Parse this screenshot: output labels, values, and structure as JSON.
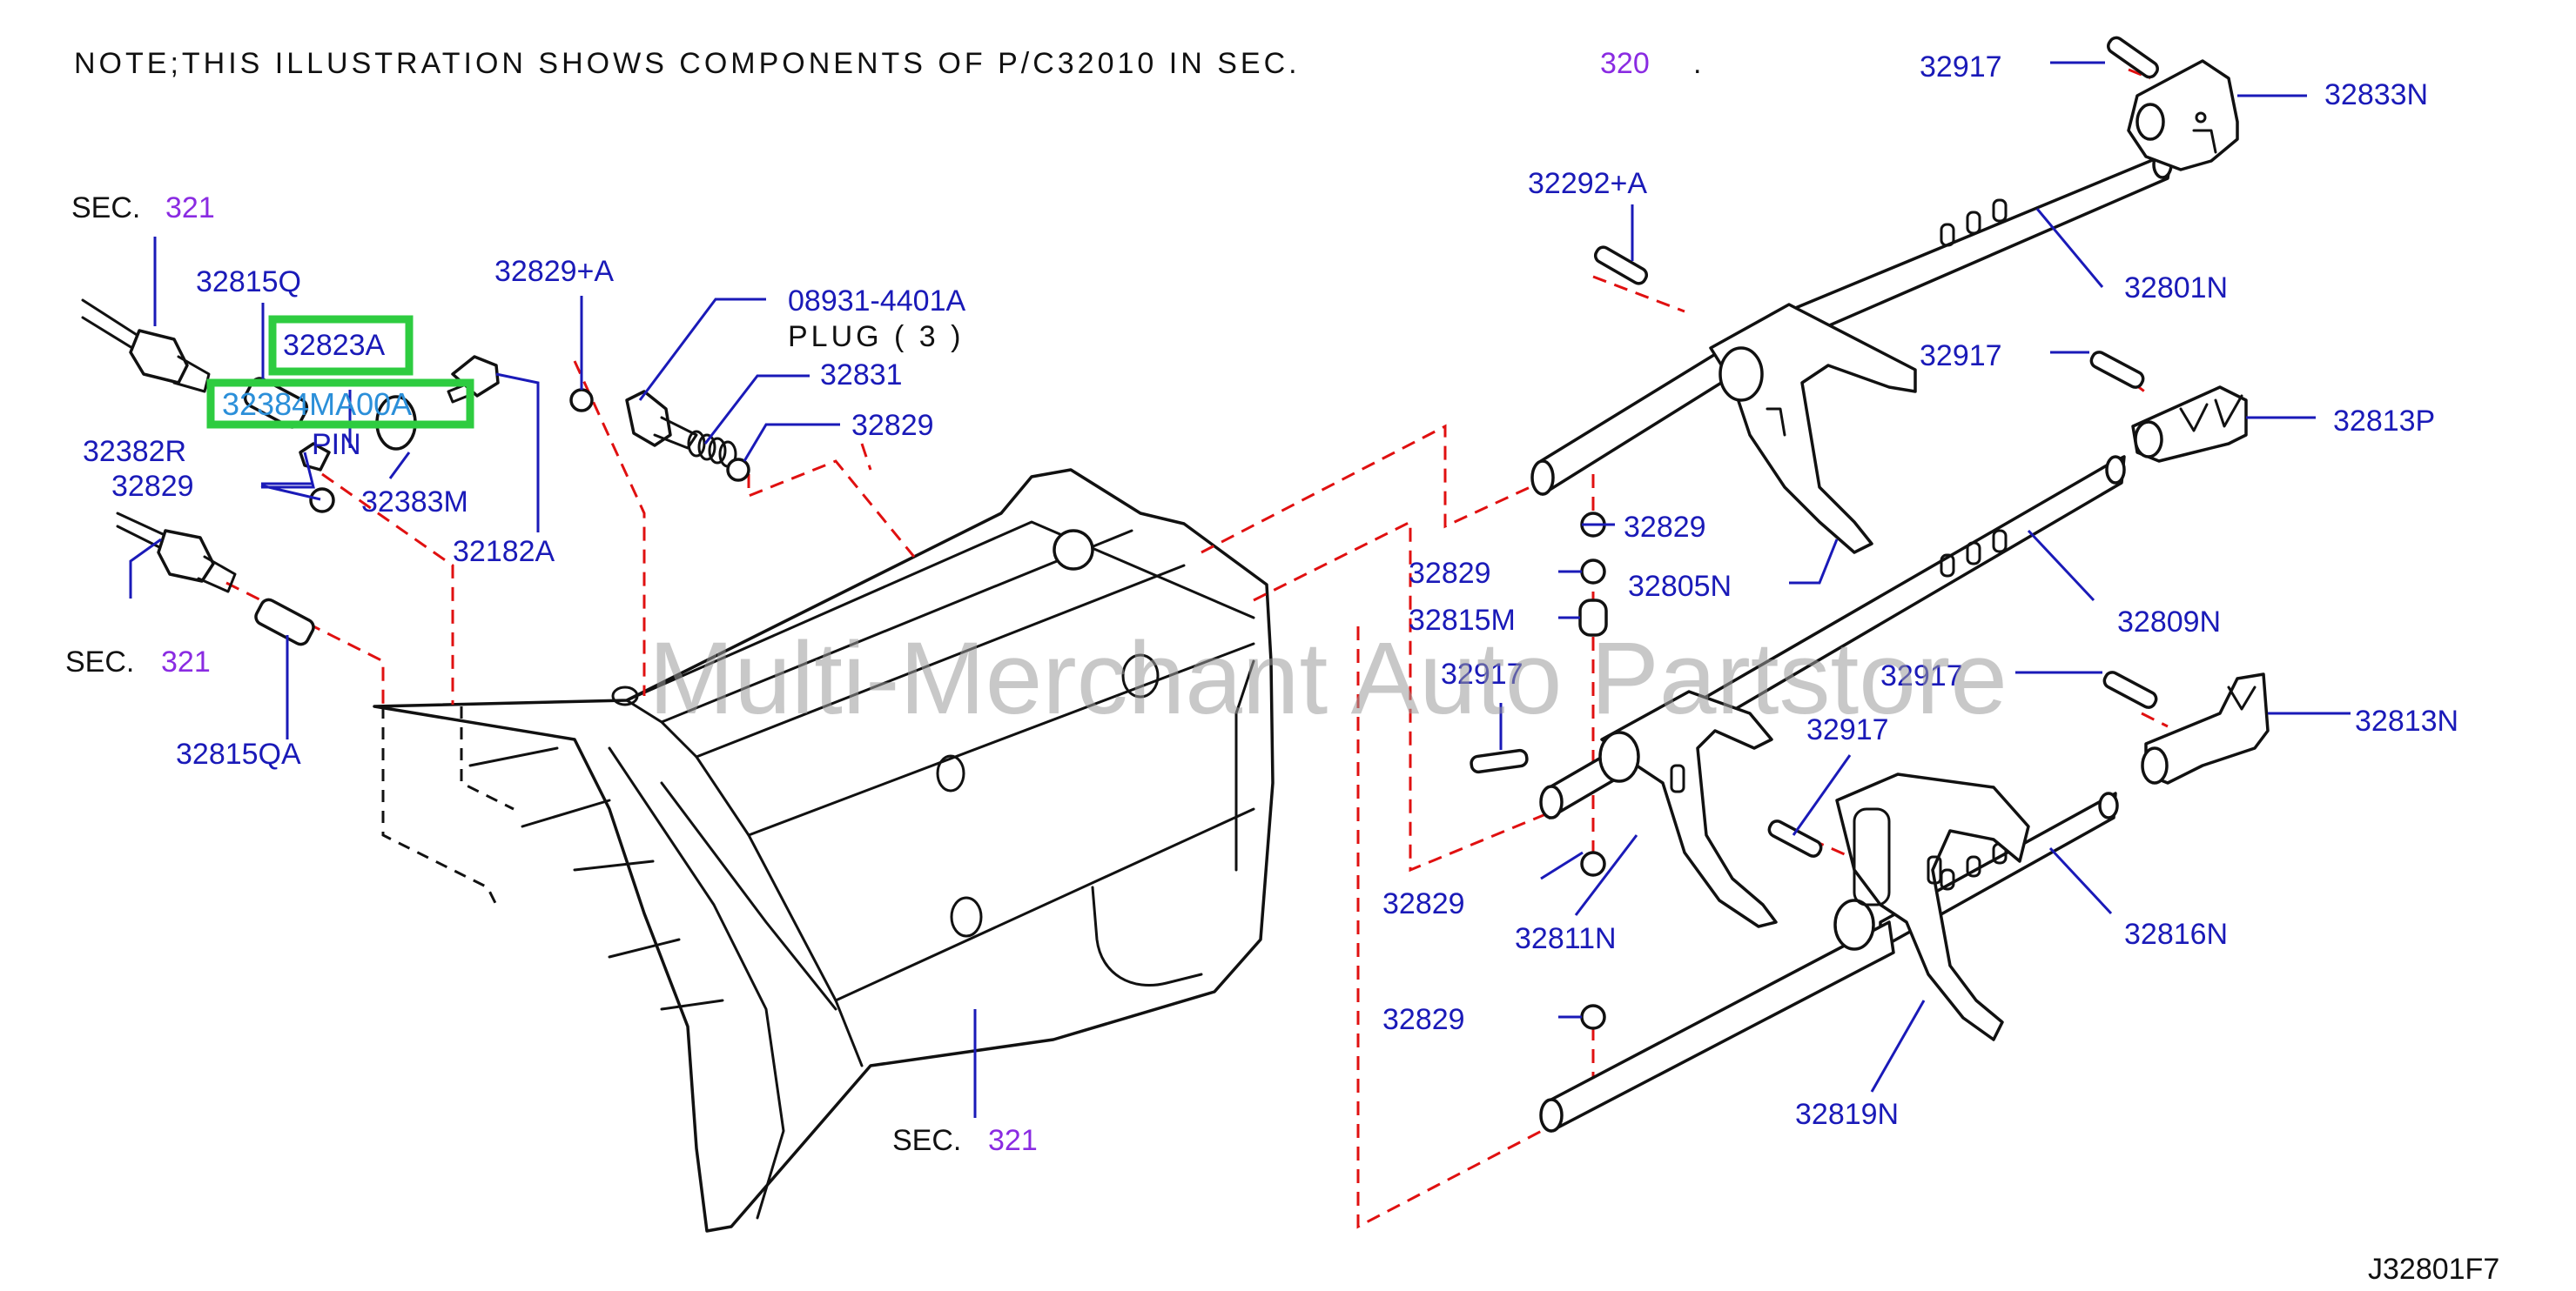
{
  "note": {
    "text": "NOTE;THIS  ILLUSTRATION  SHOWS  COMPONENTS  OF  P/C32010  IN  SEC.",
    "sec_num": "320",
    "dot": "."
  },
  "watermark": "Multi-Merchant Auto Partstore",
  "diagram_code": "J32801F7",
  "sections": [
    {
      "text": "SEC.",
      "num": "321"
    },
    {
      "text": "SEC.",
      "num": "321"
    },
    {
      "text": "SEC.",
      "num": "321"
    }
  ],
  "highlighted": [
    "32823A",
    "32384MA00A"
  ],
  "sub_labels": {
    "plug": "PLUG  ( 3 )",
    "pin": "PIN"
  },
  "labels": {
    "p32815Q": "32815Q",
    "p32382R": "32382R",
    "p32829_a": "32829",
    "p32383M": "32383M",
    "p32182A": "32182A",
    "p32829A": "32829+A",
    "p08931": "08931-4401A",
    "p32831": "32831",
    "p32829_b": "32829",
    "p32815QA": "32815QA",
    "p32917_1": "32917",
    "p32833N": "32833N",
    "p32292A": "32292+A",
    "p32801N": "32801N",
    "p32917_2": "32917",
    "p32813P": "32813P",
    "p32829_c": "32829",
    "p32829_d": "32829",
    "p32805N": "32805N",
    "p32815M": "32815M",
    "p32809N": "32809N",
    "p32917_3": "32917",
    "p32917_4": "32917",
    "p32813N": "32813N",
    "p32917_5": "32917",
    "p32829_e": "32829",
    "p32811N": "32811N",
    "p32816N": "32816N",
    "p32829_f": "32829",
    "p32819N": "32819N"
  },
  "colors": {
    "label": "#1a1ab8",
    "section": "#8a2be2",
    "highlight": "#2ecc40",
    "dashed": "#e01010"
  }
}
